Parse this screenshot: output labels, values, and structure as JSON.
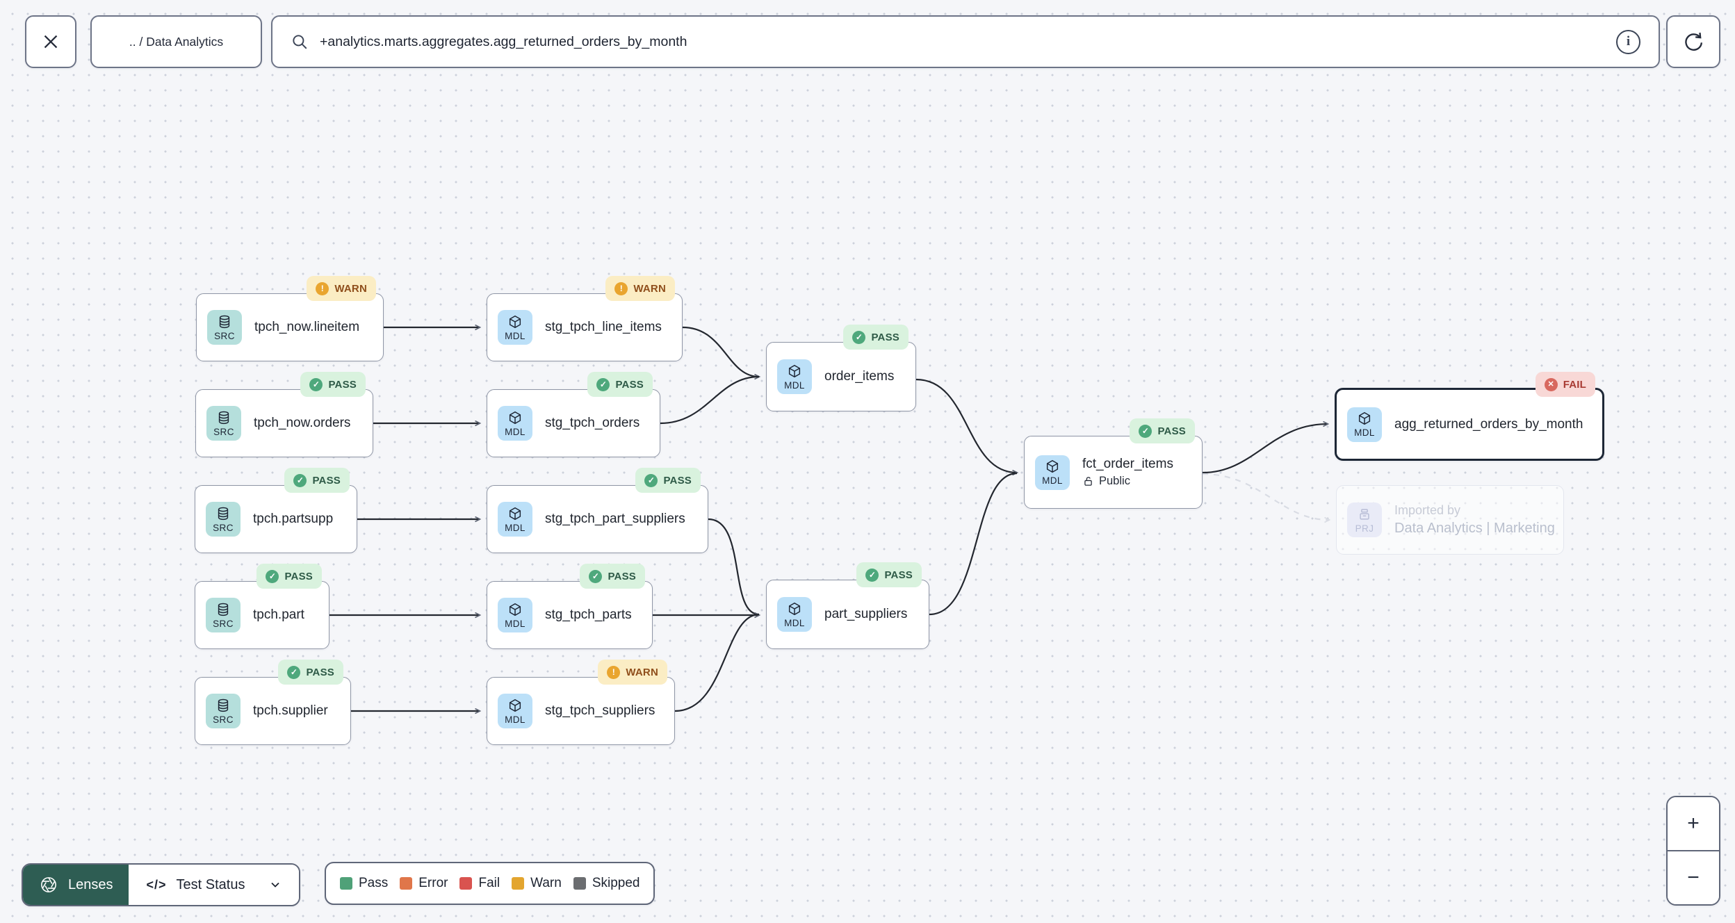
{
  "toolbar": {
    "breadcrumb": ".. / Data Analytics",
    "search_value": "+analytics.marts.aggregates.agg_returned_orders_by_month"
  },
  "nodes": [
    {
      "label": "tpch_now.lineitem",
      "type": "SRC",
      "badge": "WARN"
    },
    {
      "label": "stg_tpch_line_items",
      "type": "MDL",
      "badge": "WARN"
    },
    {
      "label": "tpch_now.orders",
      "type": "SRC",
      "badge": "PASS"
    },
    {
      "label": "stg_tpch_orders",
      "type": "MDL",
      "badge": "PASS"
    },
    {
      "label": "order_items",
      "type": "MDL",
      "badge": "PASS"
    },
    {
      "label": "tpch.partsupp",
      "type": "SRC",
      "badge": "PASS"
    },
    {
      "label": "stg_tpch_part_suppliers",
      "type": "MDL",
      "badge": "PASS"
    },
    {
      "label": "fct_order_items",
      "type": "MDL",
      "badge": "PASS",
      "sublabel": "Public"
    },
    {
      "label": "agg_returned_orders_by_month",
      "type": "MDL",
      "badge": "FAIL",
      "selected": true
    },
    {
      "label": "Data Analytics | Marketing",
      "type": "PRJ",
      "sublabel": "Imported by"
    },
    {
      "label": "tpch.part",
      "type": "SRC",
      "badge": "PASS"
    },
    {
      "label": "stg_tpch_parts",
      "type": "MDL",
      "badge": "PASS"
    },
    {
      "label": "part_suppliers",
      "type": "MDL",
      "badge": "PASS"
    },
    {
      "label": "tpch.supplier",
      "type": "SRC",
      "badge": "PASS"
    },
    {
      "label": "stg_tpch_suppliers",
      "type": "MDL",
      "badge": "WARN"
    }
  ],
  "controls": {
    "lenses_label": "Lenses",
    "test_status_label": "Test Status",
    "code_glyph": "</>",
    "zoom_in": "+",
    "zoom_out": "−"
  },
  "legend": {
    "items": [
      {
        "label": "Pass",
        "color": "#4fa178"
      },
      {
        "label": "Error",
        "color": "#e0764a"
      },
      {
        "label": "Fail",
        "color": "#d9534f"
      },
      {
        "label": "Warn",
        "color": "#e3a52f"
      },
      {
        "label": "Skipped",
        "color": "#6b6d70"
      }
    ]
  },
  "status_colors": {
    "pass": "#4ea87c",
    "warn": "#e9a52f",
    "fail": "#d8685e"
  }
}
